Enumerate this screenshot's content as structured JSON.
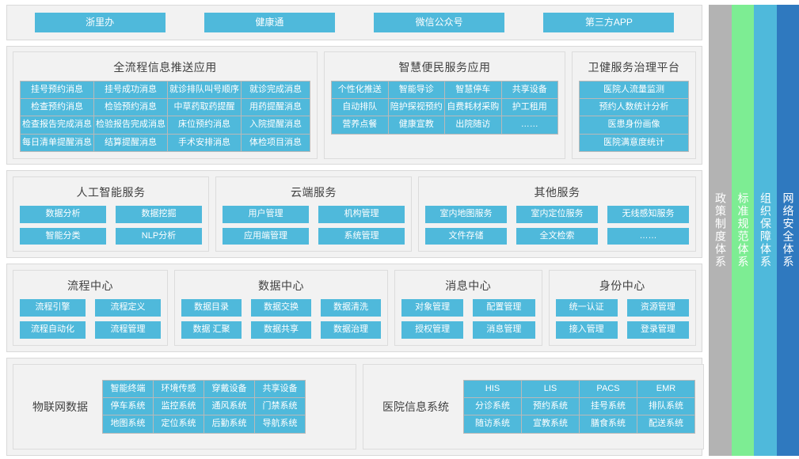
{
  "colors": {
    "cell": "#4fb9db",
    "band_bg": "#f2f2f2",
    "bar_policy": "#b3b3b3",
    "bar_standard": "#7ded93",
    "bar_org": "#4fb9db",
    "bar_security": "#2f79bf"
  },
  "top_band": {
    "buttons": [
      {
        "label": "浙里办"
      },
      {
        "label": "健康通"
      },
      {
        "label": "微信公众号"
      },
      {
        "label": "第三方APP"
      }
    ]
  },
  "row2": {
    "push_app": {
      "title": "全流程信息推送应用",
      "cells": [
        "挂号预约消息",
        "挂号成功消息",
        "就诊排队叫号顺序",
        "就诊完成消息",
        "检查预约消息",
        "检验预约消息",
        "中草药取药提醒",
        "用药提醒消息",
        "检查报告完成消息",
        "检验报告完成消息",
        "床位预约消息",
        "入院提醒消息",
        "每日清单提醒消息",
        "结算提醒消息",
        "手术安排消息",
        "体检项目消息"
      ]
    },
    "convenience_app": {
      "title": "智慧便民服务应用",
      "cells": [
        "个性化推送",
        "智能导诊",
        "智慧停车",
        "共享设备",
        "自动排队",
        "陪护探视预约",
        "自费耗材采购",
        "护工租用",
        "营养点餐",
        "健康宣教",
        "出院随访",
        "……"
      ]
    },
    "governance_platform": {
      "title": "卫健服务治理平台",
      "cells": [
        "医院人流量监测",
        "预约人数统计分析",
        "医患身份画像",
        "医院满意度统计"
      ]
    }
  },
  "row3": {
    "ai_service": {
      "title": "人工智能服务",
      "buttons": [
        "数据分析",
        "数据挖掘",
        "智能分类",
        "NLP分析"
      ]
    },
    "cloud_service": {
      "title": "云端服务",
      "buttons": [
        "用户管理",
        "机构管理",
        "应用端管理",
        "系统管理"
      ]
    },
    "other_service": {
      "title": "其他服务",
      "buttons": [
        "室内地图服务",
        "室内定位服务",
        "无线感知服务",
        "文件存储",
        "全文检索",
        "……"
      ]
    }
  },
  "row4": {
    "flow_center": {
      "title": "流程中心",
      "buttons": [
        "流程引擎",
        "流程定义",
        "流程自动化",
        "流程管理"
      ]
    },
    "data_center": {
      "title": "数据中心",
      "buttons": [
        "数据目录",
        "数据交换",
        "数据清洗",
        "数据 汇聚",
        "数据共享",
        "数据治理"
      ]
    },
    "message_center": {
      "title": "消息中心",
      "buttons": [
        "对象管理",
        "配置管理",
        "授权管理",
        "消息管理"
      ]
    },
    "identity_center": {
      "title": "身份中心",
      "buttons": [
        "统一认证",
        "资源管理",
        "接入管理",
        "登录管理"
      ]
    }
  },
  "row5": {
    "iot_data": {
      "label": "物联网数据",
      "cells": [
        "智能终端",
        "环境传感",
        "穿戴设备",
        "共享设备",
        "停车系统",
        "监控系统",
        "通风系统",
        "门禁系统",
        "地图系统",
        "定位系统",
        "后勤系统",
        "导航系统"
      ]
    },
    "hospital_info_system": {
      "label": "医院信息系统",
      "cells": [
        "HIS",
        "LIS",
        "PACS",
        "EMR",
        "分诊系统",
        "预约系统",
        "挂号系统",
        "排队系统",
        "随访系统",
        "宣教系统",
        "膳食系统",
        "配送系统"
      ]
    }
  },
  "side_bars": [
    {
      "label": "政策制度体系",
      "color": "#b3b3b3",
      "name": "policy-system-bar"
    },
    {
      "label": "标准规范体系",
      "color": "#7ded93",
      "name": "standard-system-bar"
    },
    {
      "label": "组织保障体系",
      "color": "#4fb9db",
      "name": "organization-system-bar"
    },
    {
      "label": "网络安全体系",
      "color": "#2f79bf",
      "name": "network-security-system-bar"
    }
  ]
}
